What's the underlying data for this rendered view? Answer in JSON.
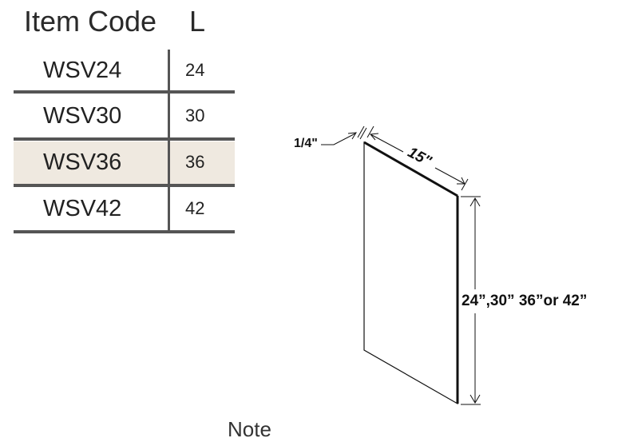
{
  "table": {
    "headers": {
      "code": "Item Code",
      "length": "L"
    },
    "rows": [
      {
        "code": "WSV24",
        "length": "24"
      },
      {
        "code": "WSV30",
        "length": "30"
      },
      {
        "code": "WSV36",
        "length": "36",
        "highlighted": true
      },
      {
        "code": "WSV42",
        "length": "42"
      }
    ]
  },
  "diagram": {
    "thickness_label": "1/4\"",
    "depth_label": "15\"",
    "height_label": "24”,30” 36”or 42”"
  },
  "note_label": "Note",
  "colors": {
    "highlight": "#efe9e0",
    "rule": "#555555"
  }
}
